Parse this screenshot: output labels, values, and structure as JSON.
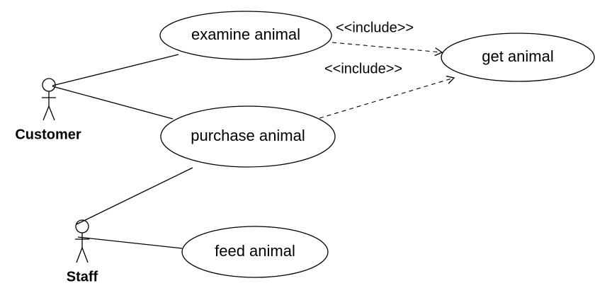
{
  "diagram": {
    "actors": {
      "customer": "Customer",
      "staff": "Staff"
    },
    "use_cases": {
      "examine": "examine animal",
      "get": "get animal",
      "purchase": "purchase animal",
      "feed": "feed animal"
    },
    "relations": {
      "include_1": "<<include>>",
      "include_2": "<<include>>"
    }
  }
}
